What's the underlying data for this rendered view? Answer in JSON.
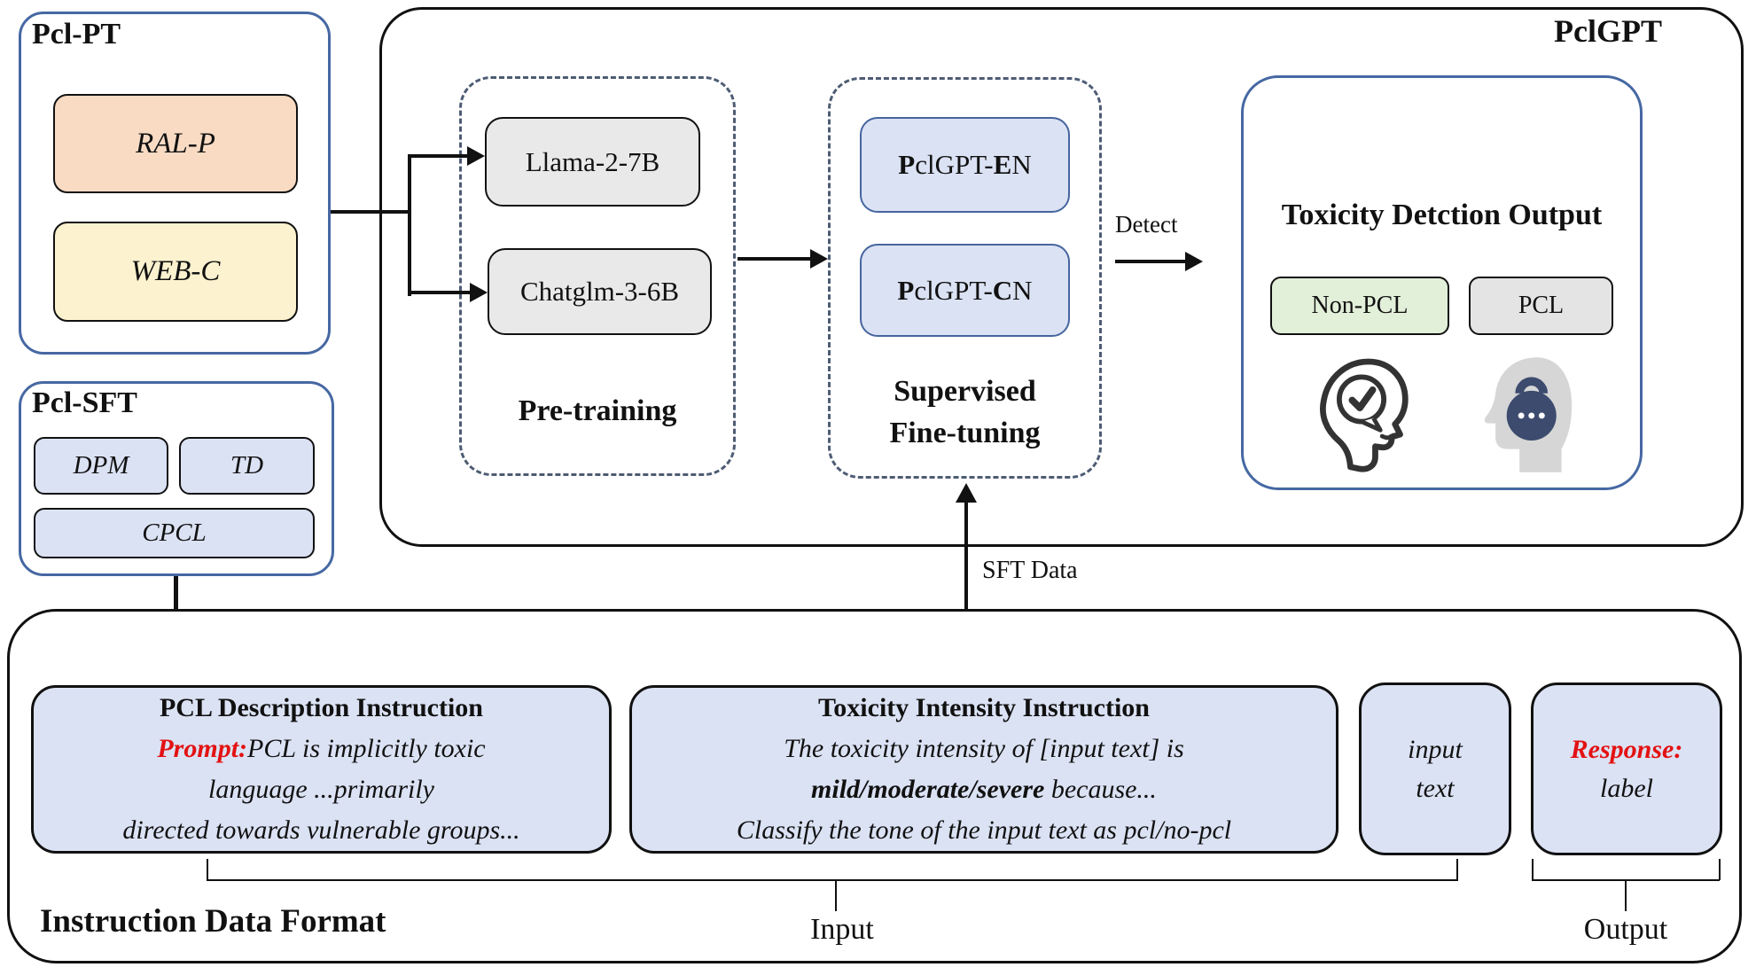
{
  "colors": {
    "frame_blue": "#4668a3",
    "dash_slate": "#4d5c73",
    "peach": "#f9dbc4",
    "yellow": "#fcf2cf",
    "periwinkle": "#dbe2f4",
    "model_gray": "#e9e9e9",
    "non_pcl_green": "#e2efd9",
    "pcl_gray": "#e4e4e4",
    "accent_red": "#e31212",
    "lock_navy": "#3c4b6e"
  },
  "pcl_pt": {
    "title": "Pcl-PT",
    "items": [
      {
        "label": "RAL-P"
      },
      {
        "label": "WEB-C"
      }
    ]
  },
  "pcl_sft": {
    "title": "Pcl-SFT",
    "items": [
      {
        "label": "DPM"
      },
      {
        "label": "TD"
      },
      {
        "label": "CPCL"
      }
    ]
  },
  "main": {
    "title": "PclGPT",
    "pretraining": {
      "label": "Pre-training",
      "models": [
        {
          "label": "Llama-2-7B"
        },
        {
          "label": "Chatglm-3-6B"
        }
      ]
    },
    "sft": {
      "label_line1": "Supervised",
      "label_line2": "Fine-tuning",
      "models": [
        {
          "b1": "P",
          "mid": "clGPT-",
          "b2": "E",
          "rest": "N"
        },
        {
          "b1": "P",
          "mid": "clGPT-",
          "b2": "C",
          "rest": "N"
        }
      ]
    },
    "detect_label": "Detect",
    "output": {
      "title": "Toxicity Detction Output",
      "classes": [
        {
          "label": "Non-PCL"
        },
        {
          "label": "PCL"
        }
      ],
      "icons": [
        "head-with-check-icon",
        "head-with-lock-icon"
      ]
    }
  },
  "connectors": {
    "sft_data_label": "SFT Data"
  },
  "instruction": {
    "title": "Instruction Data Format",
    "pcl_desc": {
      "title": "PCL Description Instruction",
      "prompt_label": "Prompt:",
      "prompt_text": "PCL is implicitly toxic",
      "line2": "language ...primarily",
      "line3": "directed towards vulnerable groups..."
    },
    "toxicity": {
      "title": "Toxicity Intensity Instruction",
      "line1": "The toxicity intensity of  [input text] is",
      "bold": "mild/moderate/severe",
      "tail": " because...",
      "line3": "Classify the tone of the input text as pcl/no-pcl"
    },
    "input_box": {
      "line1": "input",
      "line2": "text"
    },
    "response_box": {
      "label": "Response:",
      "value": "label"
    },
    "input_label": "Input",
    "output_label": "Output"
  }
}
